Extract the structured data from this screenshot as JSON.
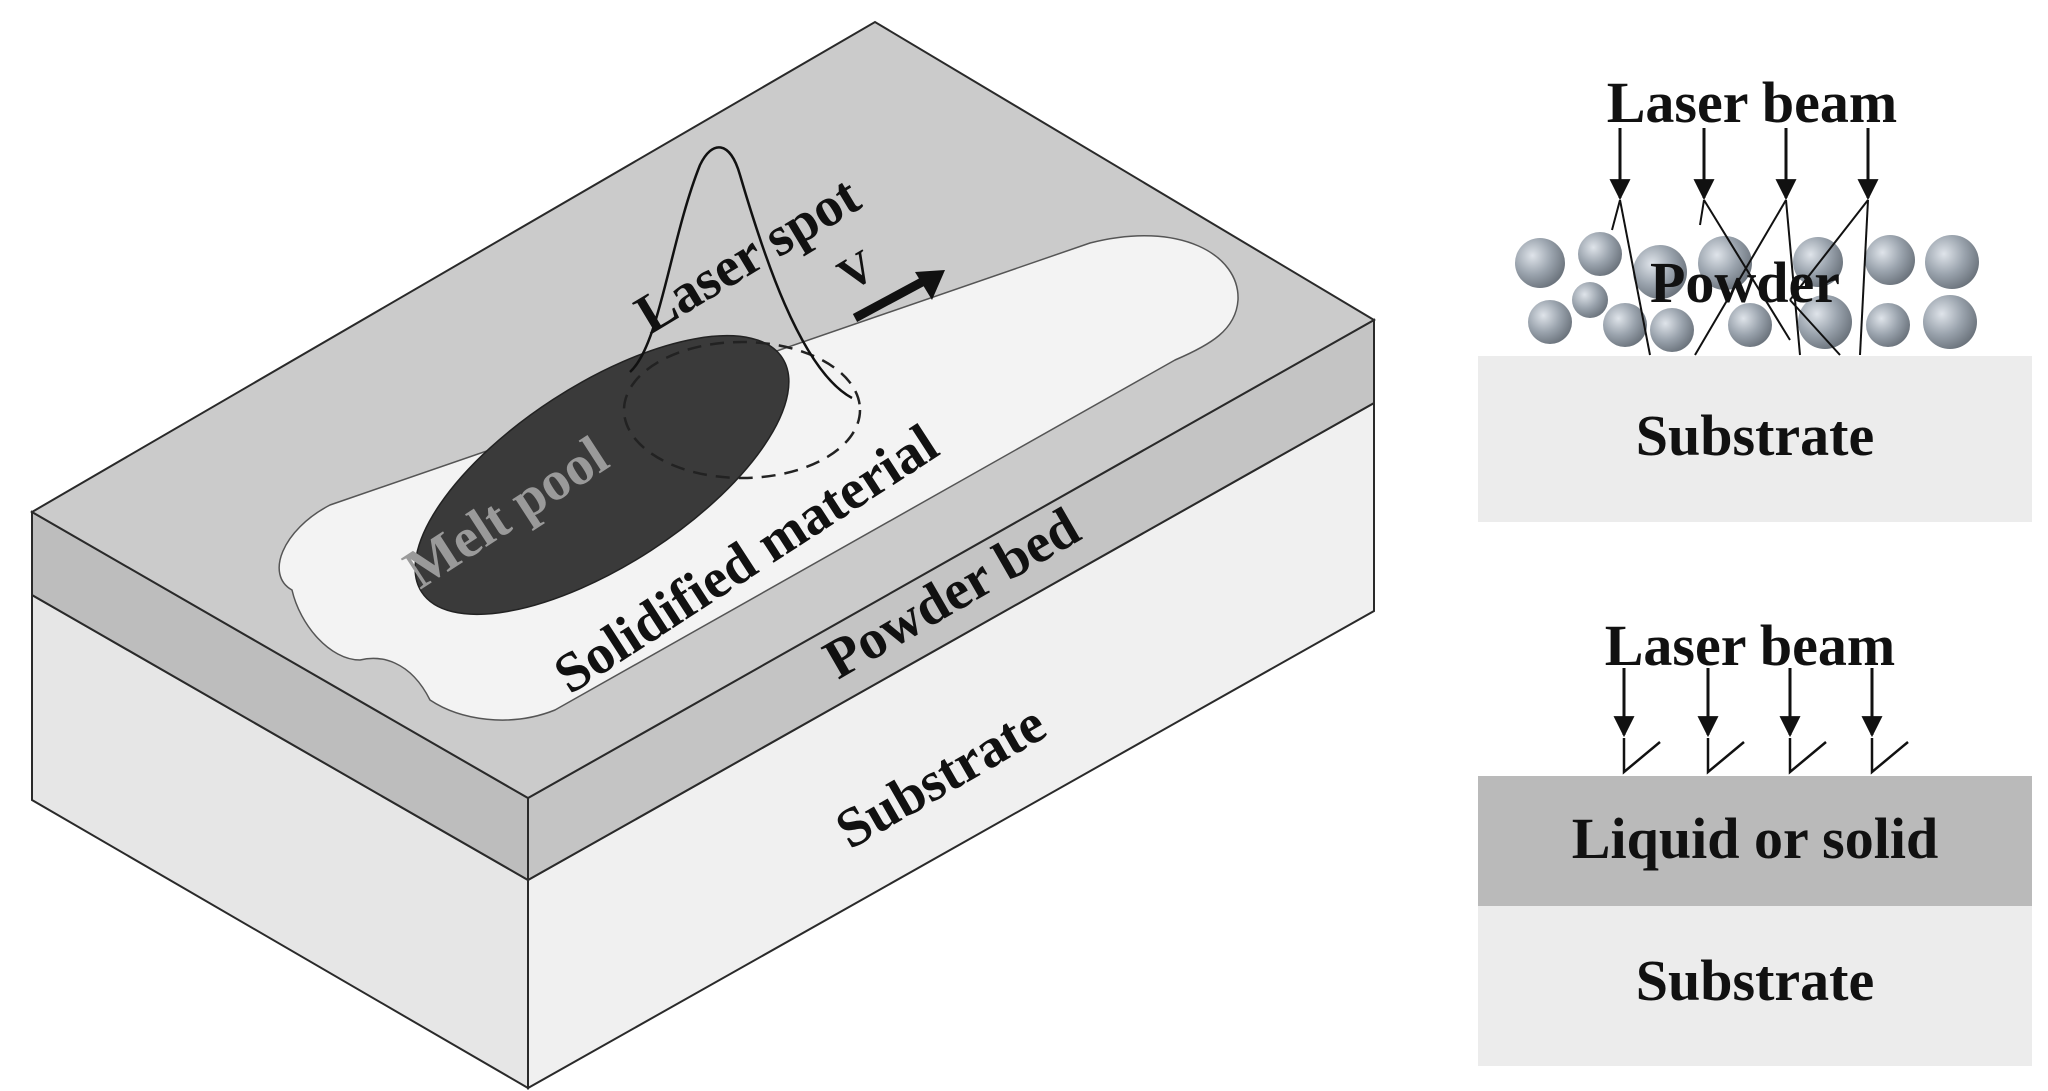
{
  "main_view": {
    "laser_spot_label": "Laser spot",
    "velocity_label": "V",
    "melt_pool_label": "Melt pool",
    "solidified_label": "Solidified material",
    "powder_bed_label": "Powder bed",
    "substrate_label": "Substrate"
  },
  "top_inset": {
    "laser_beam_label": "Laser beam",
    "powder_label": "Powder",
    "substrate_label": "Substrate"
  },
  "bottom_inset": {
    "laser_beam_label": "Laser beam",
    "layer_label": "Liquid or solid",
    "substrate_label": "Substrate"
  },
  "colors": {
    "powder_bed_top": "#c9c9c9",
    "powder_bed_side": "#b4b4b4",
    "substrate_side": "#ececec",
    "solidified": "#f2f2f2",
    "melt_pool": "#3a3a3a",
    "powder_particle": "#9aa3ad",
    "liquid_layer": "#b8b8b8"
  }
}
